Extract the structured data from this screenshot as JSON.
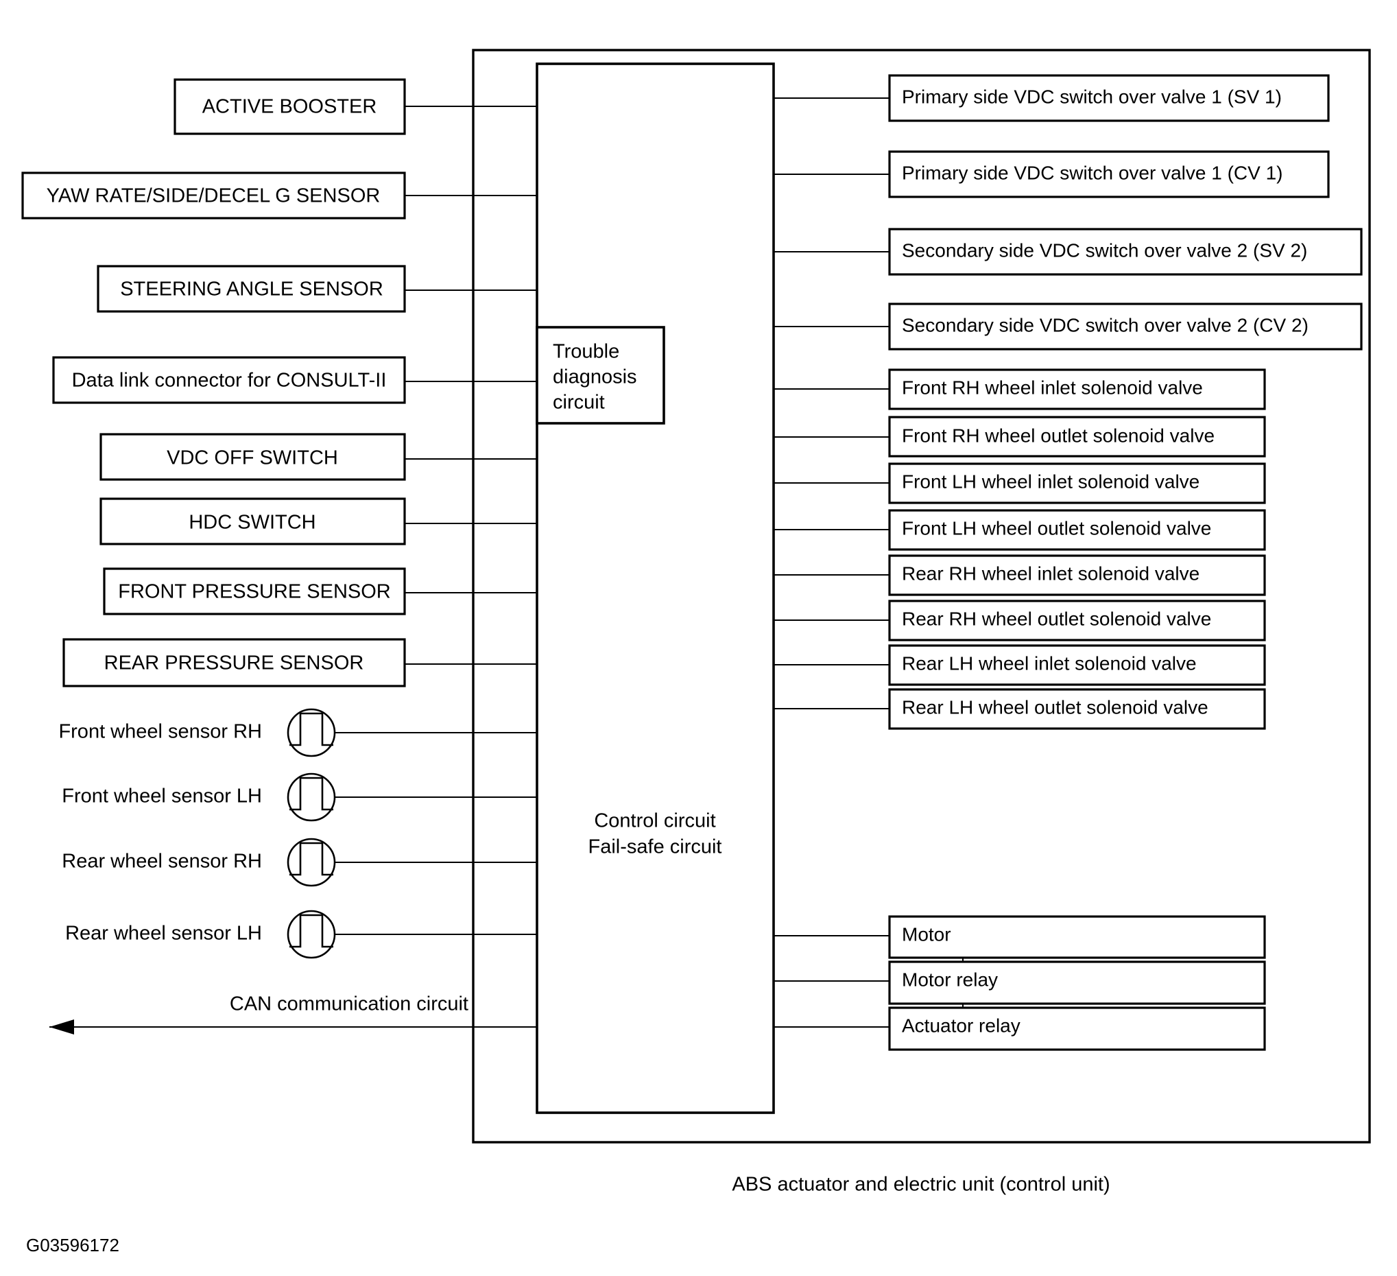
{
  "figure": {
    "id": "G03596172",
    "caption": "ABS actuator and electric unit (control unit)"
  },
  "control_unit": {
    "trouble_box_lines": [
      "Trouble",
      "diagnosis",
      "circuit"
    ],
    "control_box_lines": [
      "Control circuit",
      "Fail-safe circuit"
    ]
  },
  "inputs": [
    {
      "label": "ACTIVE BOOSTER",
      "kind": "box"
    },
    {
      "label": "YAW RATE/SIDE/DECEL G SENSOR",
      "kind": "box"
    },
    {
      "label": "STEERING ANGLE SENSOR",
      "kind": "box"
    },
    {
      "label": "Data link connector for CONSULT-II",
      "kind": "box"
    },
    {
      "label": "VDC OFF SWITCH",
      "kind": "box"
    },
    {
      "label": "HDC SWITCH",
      "kind": "box"
    },
    {
      "label": "FRONT PRESSURE SENSOR",
      "kind": "box"
    },
    {
      "label": "REAR PRESSURE SENSOR",
      "kind": "box"
    }
  ],
  "wheel_sensors": [
    {
      "label": "Front  wheel sensor RH"
    },
    {
      "label": "Front wheel sensor LH"
    },
    {
      "label": "Rear  wheel sensor RH"
    },
    {
      "label": "Rear wheel sensor LH"
    }
  ],
  "can_bus": {
    "label": "CAN communication circuit"
  },
  "outputs": [
    {
      "label": "Primary side VDC switch over valve 1 (SV 1)",
      "group": "valve"
    },
    {
      "label": "Primary side VDC switch over valve 1 (CV 1)",
      "group": "valve"
    },
    {
      "label": "Secondary side VDC switch over valve 2 (SV 2)",
      "group": "valve"
    },
    {
      "label": "Secondary side VDC switch over valve 2 (CV 2)",
      "group": "valve"
    },
    {
      "label": "Front RH wheel inlet solenoid valve",
      "group": "solenoid"
    },
    {
      "label": "Front RH wheel outlet solenoid valve",
      "group": "solenoid"
    },
    {
      "label": "Front LH wheel inlet solenoid valve",
      "group": "solenoid"
    },
    {
      "label": "Front LH wheel outlet solenoid valve",
      "group": "solenoid"
    },
    {
      "label": "Rear RH wheel inlet solenoid valve",
      "group": "solenoid"
    },
    {
      "label": "Rear RH wheel outlet solenoid valve",
      "group": "solenoid"
    },
    {
      "label": "Rear LH wheel inlet solenoid valve",
      "group": "solenoid"
    },
    {
      "label": "Rear LH wheel outlet solenoid valve",
      "group": "solenoid"
    }
  ],
  "actuators": [
    {
      "label": "Motor"
    },
    {
      "label": "Motor relay"
    },
    {
      "label": "Actuator relay"
    }
  ],
  "colors": {
    "line": "#000000",
    "fill": "#ffffff",
    "text": "#000000"
  },
  "icons": {
    "wheel_sensor": "pulse-in-circle-icon",
    "can_arrow": "arrow-left-icon"
  }
}
